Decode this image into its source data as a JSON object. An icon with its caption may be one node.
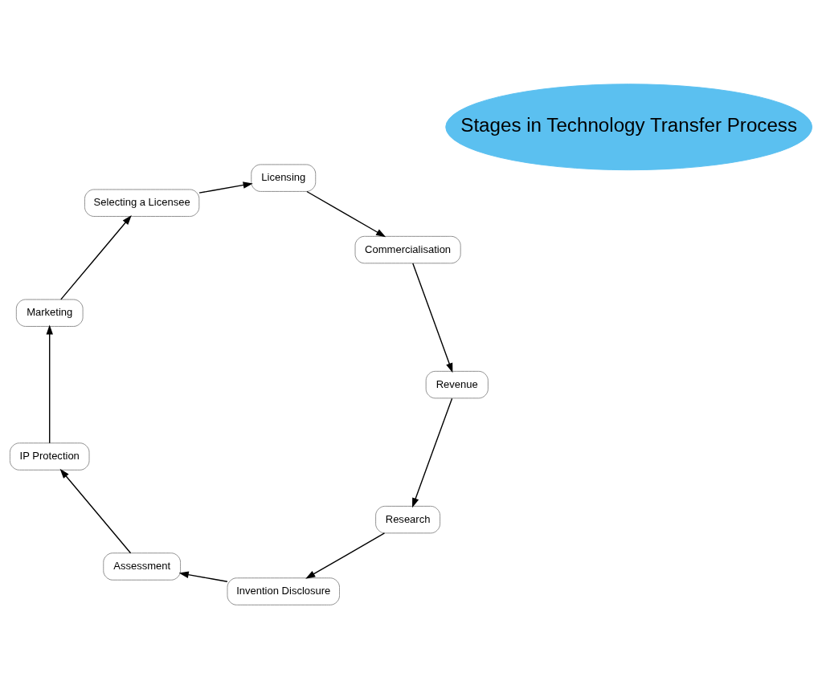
{
  "diagram": {
    "nodes": [
      {
        "text": [
          "Research"
        ]
      },
      {
        "text": [
          "Invention Disclosure"
        ]
      },
      {
        "text": [
          "Assessment"
        ]
      },
      {
        "text": [
          "IP Protection"
        ]
      },
      {
        "text": [
          "Marketing"
        ]
      },
      {
        "text": [
          "Selecting a Licensee"
        ]
      },
      {
        "text": [
          "Licensing"
        ]
      },
      {
        "text": [
          "Commercialisation"
        ]
      },
      {
        "text": [
          "Revenue"
        ]
      },
      {
        "text": [
          "Stages in Technology Transfer Process"
        ]
      }
    ],
    "edges": [
      {
        "from": 0,
        "to": 1,
        "arrow": "to"
      },
      {
        "from": 1,
        "to": 2,
        "arrow": "to"
      },
      {
        "from": 2,
        "to": 3,
        "arrow": "to"
      },
      {
        "from": 3,
        "to": 4,
        "arrow": "to"
      },
      {
        "from": 4,
        "to": 5,
        "arrow": "to"
      },
      {
        "from": 5,
        "to": 6,
        "arrow": "to"
      },
      {
        "from": 6,
        "to": 7,
        "arrow": "to"
      },
      {
        "from": 7,
        "to": 8,
        "arrow": "to"
      },
      {
        "from": 8,
        "to": 0,
        "arrow": "to"
      }
    ]
  }
}
